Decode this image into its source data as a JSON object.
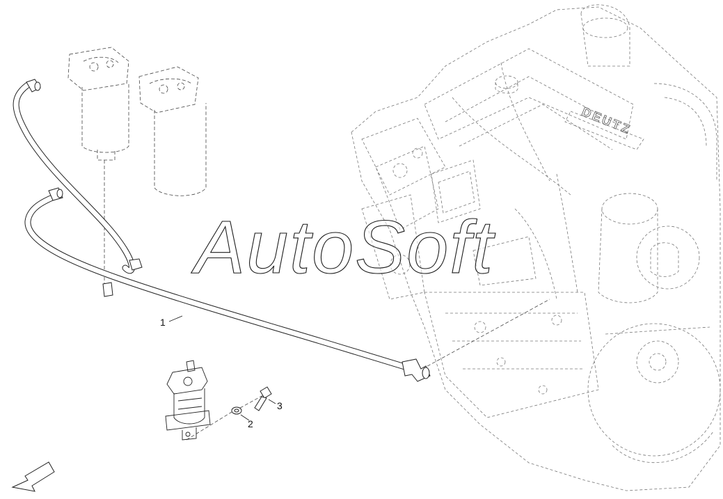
{
  "diagram": {
    "callouts": [
      {
        "id": "1",
        "label": "1"
      },
      {
        "id": "2",
        "label": "2"
      },
      {
        "id": "3",
        "label": "3"
      }
    ],
    "watermark": "AutoSoft",
    "engine_brand_text": "DEUTZ"
  }
}
